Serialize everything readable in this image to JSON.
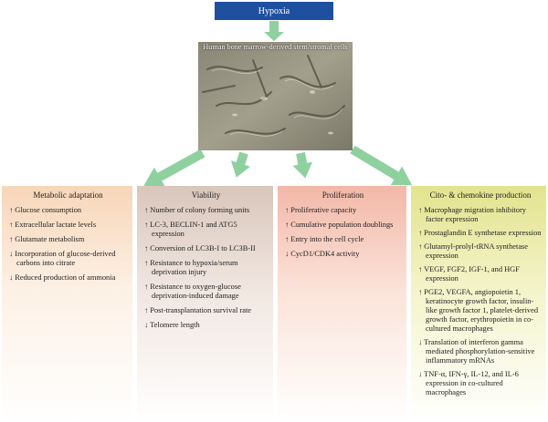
{
  "hypoxia_label": "Hypoxia",
  "cells_label": "Human bone marrow-derived stem/stromal cells",
  "colors": {
    "hypoxia_box": "#1f4f9f",
    "arrow": "#8fd09f",
    "metabolic": "#f7d6b8",
    "viability": "#d9c6bb",
    "proliferation": "#f2b8a8",
    "cytokine": "#e3e38e"
  },
  "panels": {
    "metabolic": {
      "title": "Metabolic adaptation",
      "items": [
        "↑ Glucose consumption",
        "↑ Extracellular lactate levels",
        "↑ Glutamate metabolism",
        "↓ Incorporation of glucose-derived carbons into citrate",
        "↓ Reduced production of ammonia"
      ]
    },
    "viability": {
      "title": "Viability",
      "items": [
        "↑ Number of colony forming units",
        "↑ LC-3, BECLIN-1 and ATG5 expression",
        "↑ Conversion of LC3B-I to LC3B-II",
        "↑ Resistance to hypoxia/serum deprivation injury",
        "↑ Resistance to oxygen-glucose deprivation-induced damage",
        "↑ Post-transplantation survival rate",
        "↓ Telomere length"
      ]
    },
    "proliferation": {
      "title": "Proliferation",
      "items": [
        "↑ Proliferative capacity",
        "↑ Cumulative population doublings",
        "↑ Entry into the cell cycle",
        "↓ CycD1/CDK4 activity"
      ]
    },
    "cytokine": {
      "title": "Cito- & chemokine production",
      "items": [
        "↑ Macrophage migration inhibitory factor expression",
        "↑ Prostaglandin E synthetase expression",
        "↑ Glutamyl-prolyl-tRNA synthetase expression",
        "↑ VEGF, FGF2, IGF-1, and HGF expression",
        "↑ PGE2, VEGFA, angiopoietin 1, keratinocyte growth factor, insulin-like growth factor 1, platelet-derived growth factor, erythropoietin in co-cultured macrophages",
        "↓ Translation of interferon gamma mediated phosphorylation-sensitive inflammatory mRNAs",
        "↓ TNF-α, IFN-γ, IL-12, and IL-6 expression in co-cultured macrophages"
      ]
    }
  }
}
